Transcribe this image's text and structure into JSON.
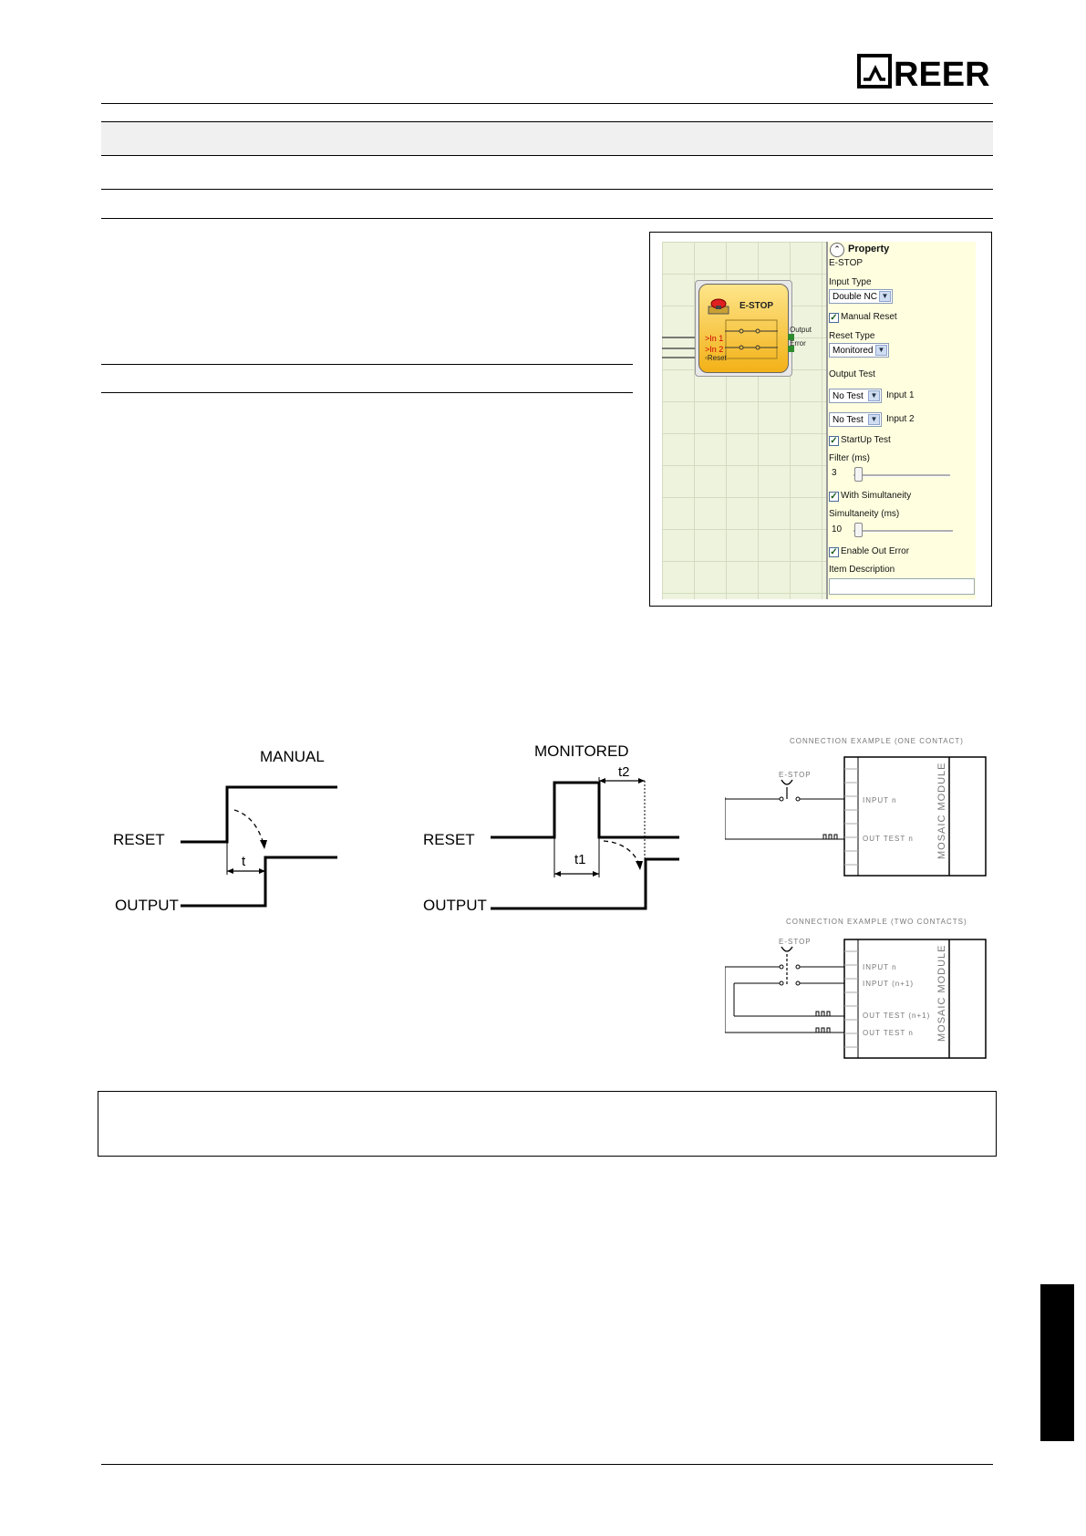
{
  "header": {
    "logo_text": "REER"
  },
  "property_panel": {
    "header": "Property",
    "item_name": "E-STOP",
    "input_type_label": "Input Type",
    "input_type_value": "Double NC",
    "manual_reset_label": "Manual Reset",
    "manual_reset_checked": true,
    "reset_type_label": "Reset Type",
    "reset_type_value": "Monitored",
    "output_test_label": "Output Test",
    "test1_value": "No Test",
    "test1_label": "Input 1",
    "test2_value": "No Test",
    "test2_label": "Input 2",
    "startup_test_label": "StartUp Test",
    "startup_test_checked": true,
    "filter_label": "Filter (ms)",
    "filter_value": "3",
    "simultaneity_check_label": "With Simultaneity",
    "simultaneity_checked": true,
    "simultaneity_label": "Simultaneity (ms)",
    "simultaneity_value": "10",
    "enable_out_error_label": "Enable Out Error",
    "enable_out_error_checked": true,
    "item_description_label": "Item Description"
  },
  "function_block": {
    "title": "E-STOP",
    "in1": "In 1",
    "in2": "In 2",
    "reset": "Reset",
    "output": "Output",
    "error": "Error"
  },
  "timing_manual": {
    "title": "MANUAL",
    "reset_label": "RESET",
    "output_label": "OUTPUT",
    "t_label": "t"
  },
  "timing_monitored": {
    "title": "MONITORED",
    "reset_label": "RESET",
    "output_label": "OUTPUT",
    "t1_label": "t1",
    "t2_label": "t2"
  },
  "schematic_one": {
    "title": "CONNECTION EXAMPLE (ONE CONTACT)",
    "estop_label": "E-STOP",
    "input_label": "INPUT n",
    "out_test_label": "OUT TEST n",
    "module_label": "MOSAIC MODULE"
  },
  "schematic_two": {
    "title": "CONNECTION EXAMPLE (TWO CONTACTS)",
    "estop_label": "E-STOP",
    "input_label": "INPUT n",
    "input2_label": "INPUT (n+1)",
    "out_test2_label": "OUT TEST (n+1)",
    "out_test_label": "OUT TEST n",
    "module_label": "MOSAIC MODULE"
  },
  "colors": {
    "panel_bg": "#ffffe0",
    "block_fill": "#f3b117",
    "grid_bg": "#eef3dd"
  }
}
